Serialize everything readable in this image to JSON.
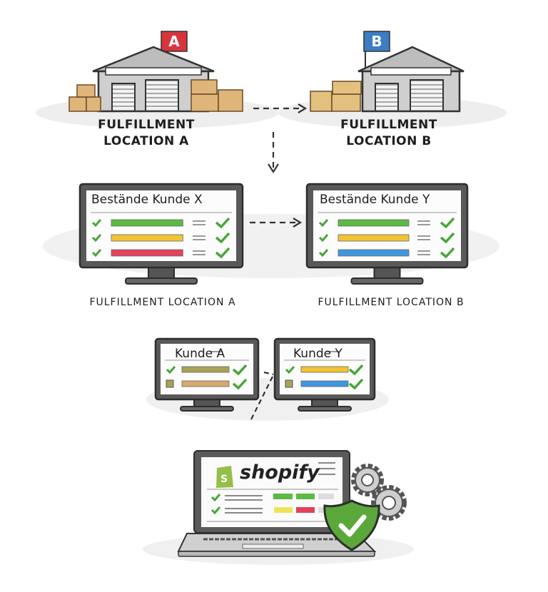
{
  "warehouses": [
    {
      "flag": "A",
      "flag_color": "#d8343e",
      "label_line1": "FULFILLMENT",
      "label_line2": "LOCATION A"
    },
    {
      "flag": "B",
      "flag_color": "#3c7dc3",
      "label_line1": "FULFILLMENT",
      "label_line2": "LOCATION B"
    }
  ],
  "monitors": [
    {
      "title": "Bestände Kunde X",
      "caption": "FULFILLMENT LOCATION A",
      "bar_colors": [
        "#5cb943",
        "#f0c434",
        "#e2435a"
      ]
    },
    {
      "title": "Bestände Kunde Y",
      "caption": "FULFILLMENT LOCATION B",
      "bar_colors": [
        "#5cb943",
        "#f0c434",
        "#3f97e0"
      ]
    }
  ],
  "small_monitors": [
    {
      "title": "Kunde A",
      "bar_colors": [
        "#a9a256",
        "#d7a96a"
      ]
    },
    {
      "title": "Kunde Y",
      "bar_colors": [
        "#f0c434",
        "#3f97e0"
      ]
    }
  ],
  "laptop": {
    "brand": "shopify",
    "brand_color": "#95bf47",
    "accent": "#5aa83a"
  }
}
